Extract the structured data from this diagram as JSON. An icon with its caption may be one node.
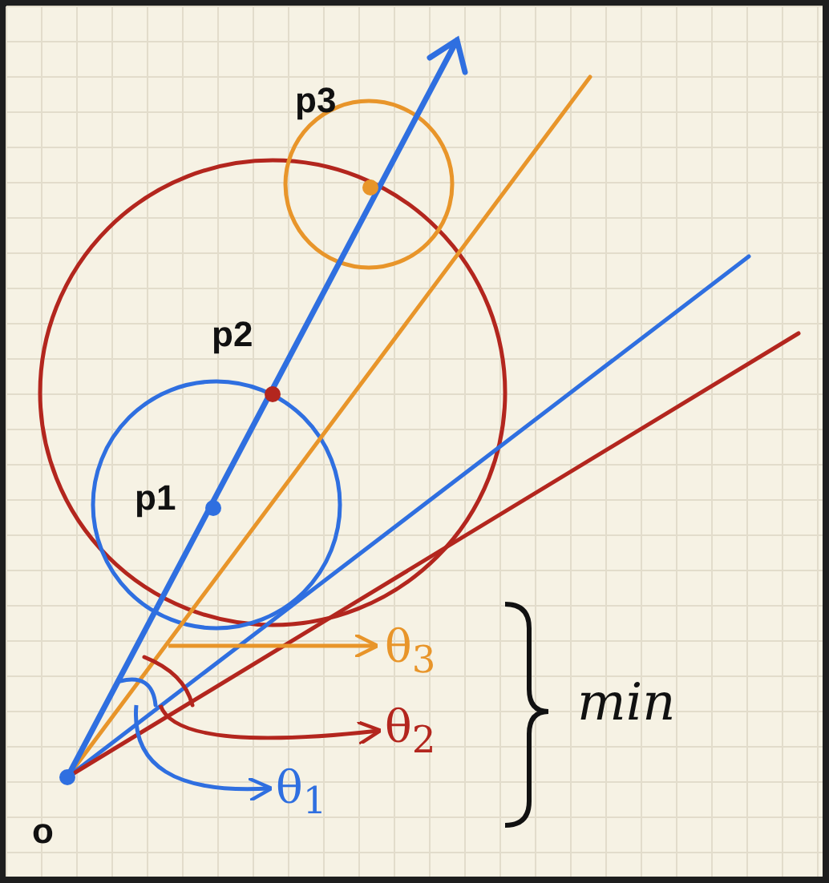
{
  "diagram": {
    "nodes": [
      {
        "text": [
          "θ$_{3}$"
        ]
      },
      {
        "text": [
          "θ$_{2}$"
        ]
      },
      {
        "text": [
          "θ$_{1}$"
        ]
      }
    ],
    "edges": [
      {
        "from": null,
        "to": 0,
        "arrow": "to",
        "color": "#e8952a"
      },
      {
        "from": null,
        "to": 1,
        "arrow": "to",
        "color": "#b3261e"
      },
      {
        "from": null,
        "to": 2,
        "arrow": "to",
        "color": "#2f6fe0"
      }
    ],
    "labels": [
      "p3",
      "p2",
      "p1",
      "o",
      "min"
    ]
  }
}
